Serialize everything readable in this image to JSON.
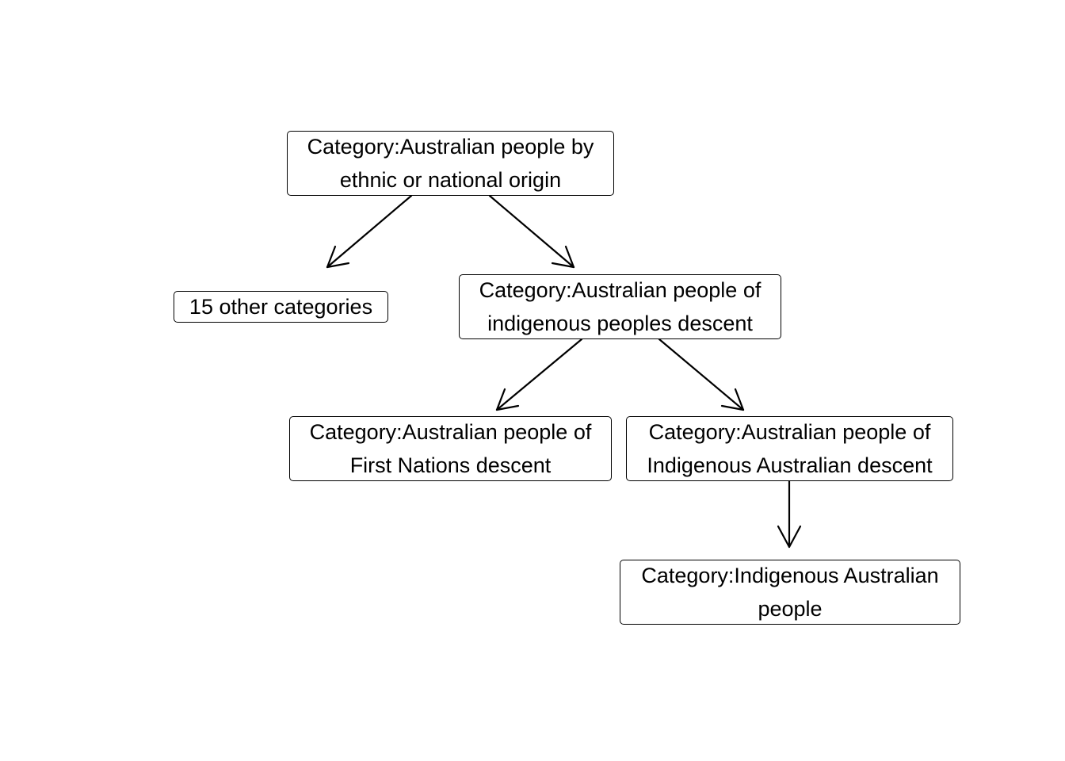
{
  "nodes": {
    "root": {
      "line1": "Category:Australian people by",
      "line2": "ethnic or national origin"
    },
    "other": {
      "line1": "15 other categories"
    },
    "indigenous_peoples": {
      "line1": "Category:Australian people of",
      "line2": "indigenous peoples descent"
    },
    "first_nations": {
      "line1": "Category:Australian people of",
      "line2": "First Nations descent"
    },
    "indigenous_australian_descent": {
      "line1": "Category:Australian people of",
      "line2": "Indigenous Australian descent"
    },
    "indigenous_australian_people": {
      "line1": "Category:Indigenous Australian",
      "line2": "people"
    }
  },
  "edges": [
    {
      "from": "root",
      "to": "other"
    },
    {
      "from": "root",
      "to": "indigenous_peoples"
    },
    {
      "from": "indigenous_peoples",
      "to": "first_nations"
    },
    {
      "from": "indigenous_peoples",
      "to": "indigenous_australian_descent"
    },
    {
      "from": "indigenous_australian_descent",
      "to": "indigenous_australian_people"
    }
  ]
}
